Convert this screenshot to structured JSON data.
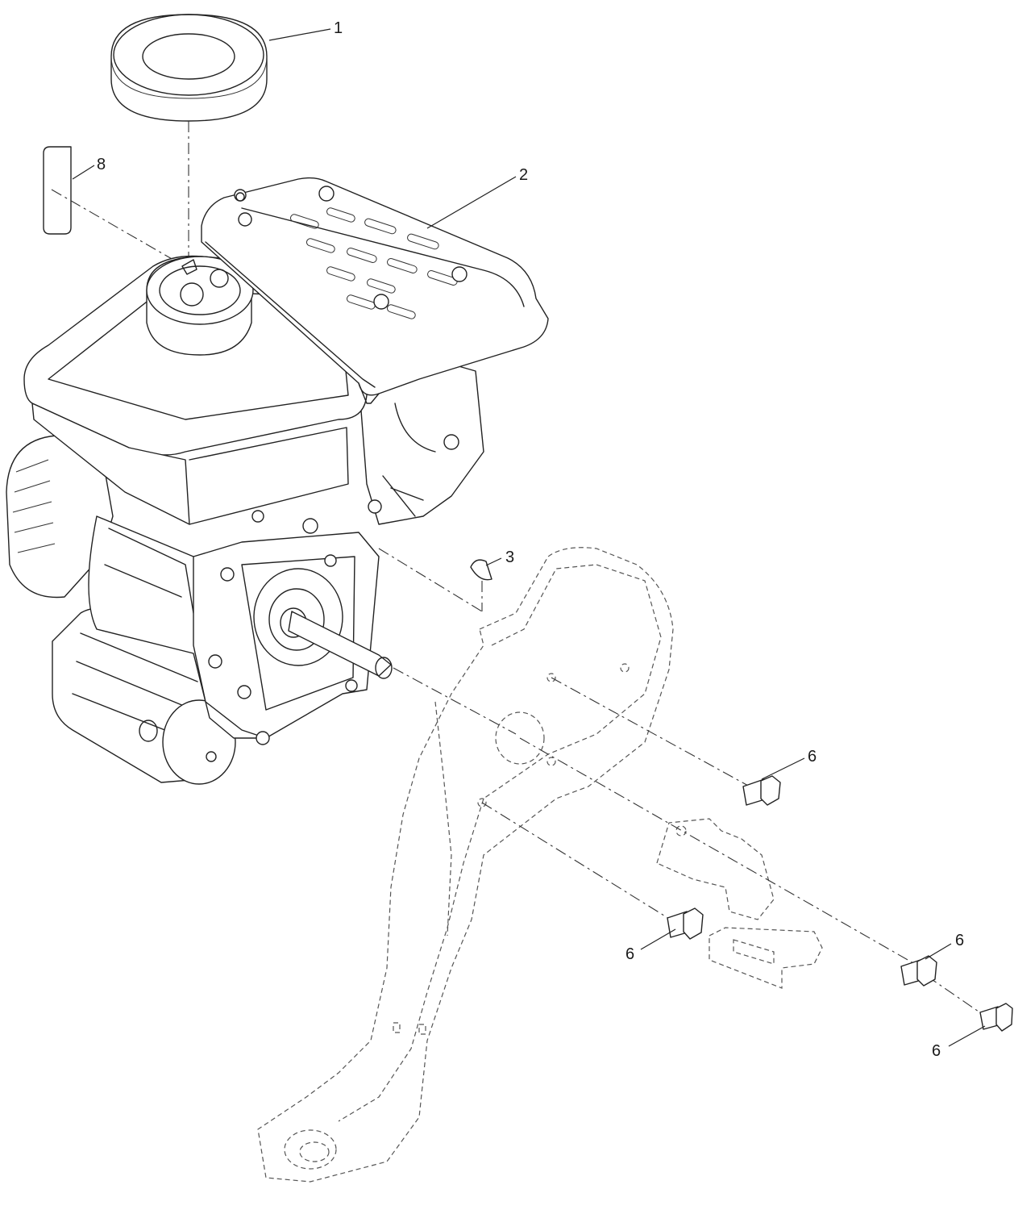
{
  "callouts": {
    "c1": "1",
    "c2": "2",
    "c3": "3",
    "c6a": "6",
    "c6b": "6",
    "c6c": "6",
    "c6d": "6",
    "c8": "8"
  },
  "colors": {
    "line": "#222222",
    "background": "#ffffff"
  }
}
